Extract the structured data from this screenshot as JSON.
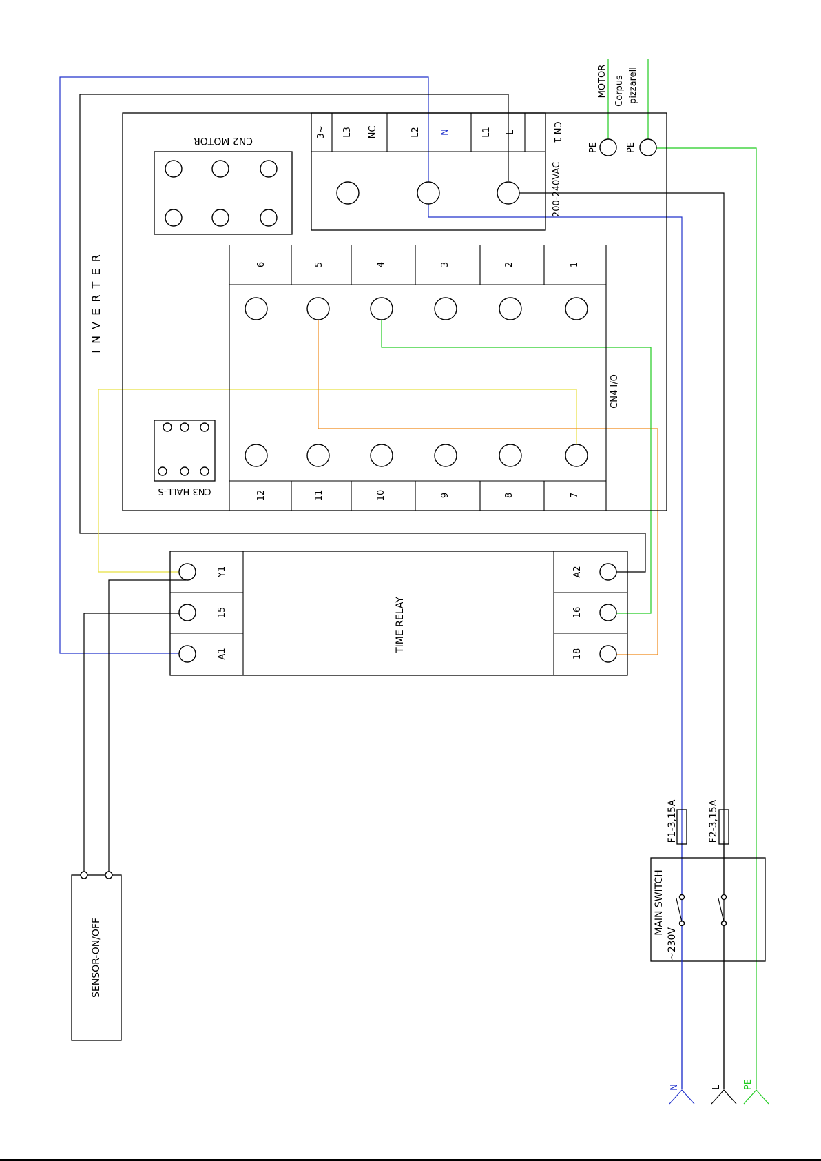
{
  "colors": {
    "neutral": "#2233cc",
    "line": "#000000",
    "earth": "#22cc22",
    "signal_yellow": "#e8e040",
    "signal_orange": "#f08a1a",
    "signal_green": "#22cc22"
  },
  "inverter": {
    "title": "I N V E R T E R",
    "cn2_label": "CN2  MOTOR",
    "cn3_label": "CN3 HALL-S",
    "cn4_label": "CN4 I/O",
    "cn1": {
      "labels": [
        "3~",
        "L3",
        "NC",
        "L2",
        "N",
        "L1",
        "L",
        "CN 1"
      ],
      "voltage": "200-240VAC"
    },
    "io_top": [
      "6",
      "5",
      "4",
      "3",
      "2",
      "1"
    ],
    "io_bottom": [
      "12",
      "11",
      "10",
      "9",
      "8",
      "7"
    ]
  },
  "pe_terminals": {
    "labels": [
      "PE",
      "PE"
    ],
    "motor_label": "MOTOR",
    "corpus_label": "Corpus",
    "corpus_label_2": "pizzarell"
  },
  "time_relay": {
    "title": "TIME RELAY",
    "left_terminals": [
      "Y1",
      "15",
      "A1"
    ],
    "right_terminals": [
      "A2",
      "16",
      "18"
    ]
  },
  "sensor": {
    "label": "SENSOR-ON/OFF"
  },
  "main_switch": {
    "label": "MAIN  SWITCH",
    "voltage": "~230V",
    "fuse1": "F1-3,15A",
    "fuse2": "F2-3,15A"
  },
  "supply": {
    "n": "N",
    "l": "L",
    "pe": "PE"
  }
}
